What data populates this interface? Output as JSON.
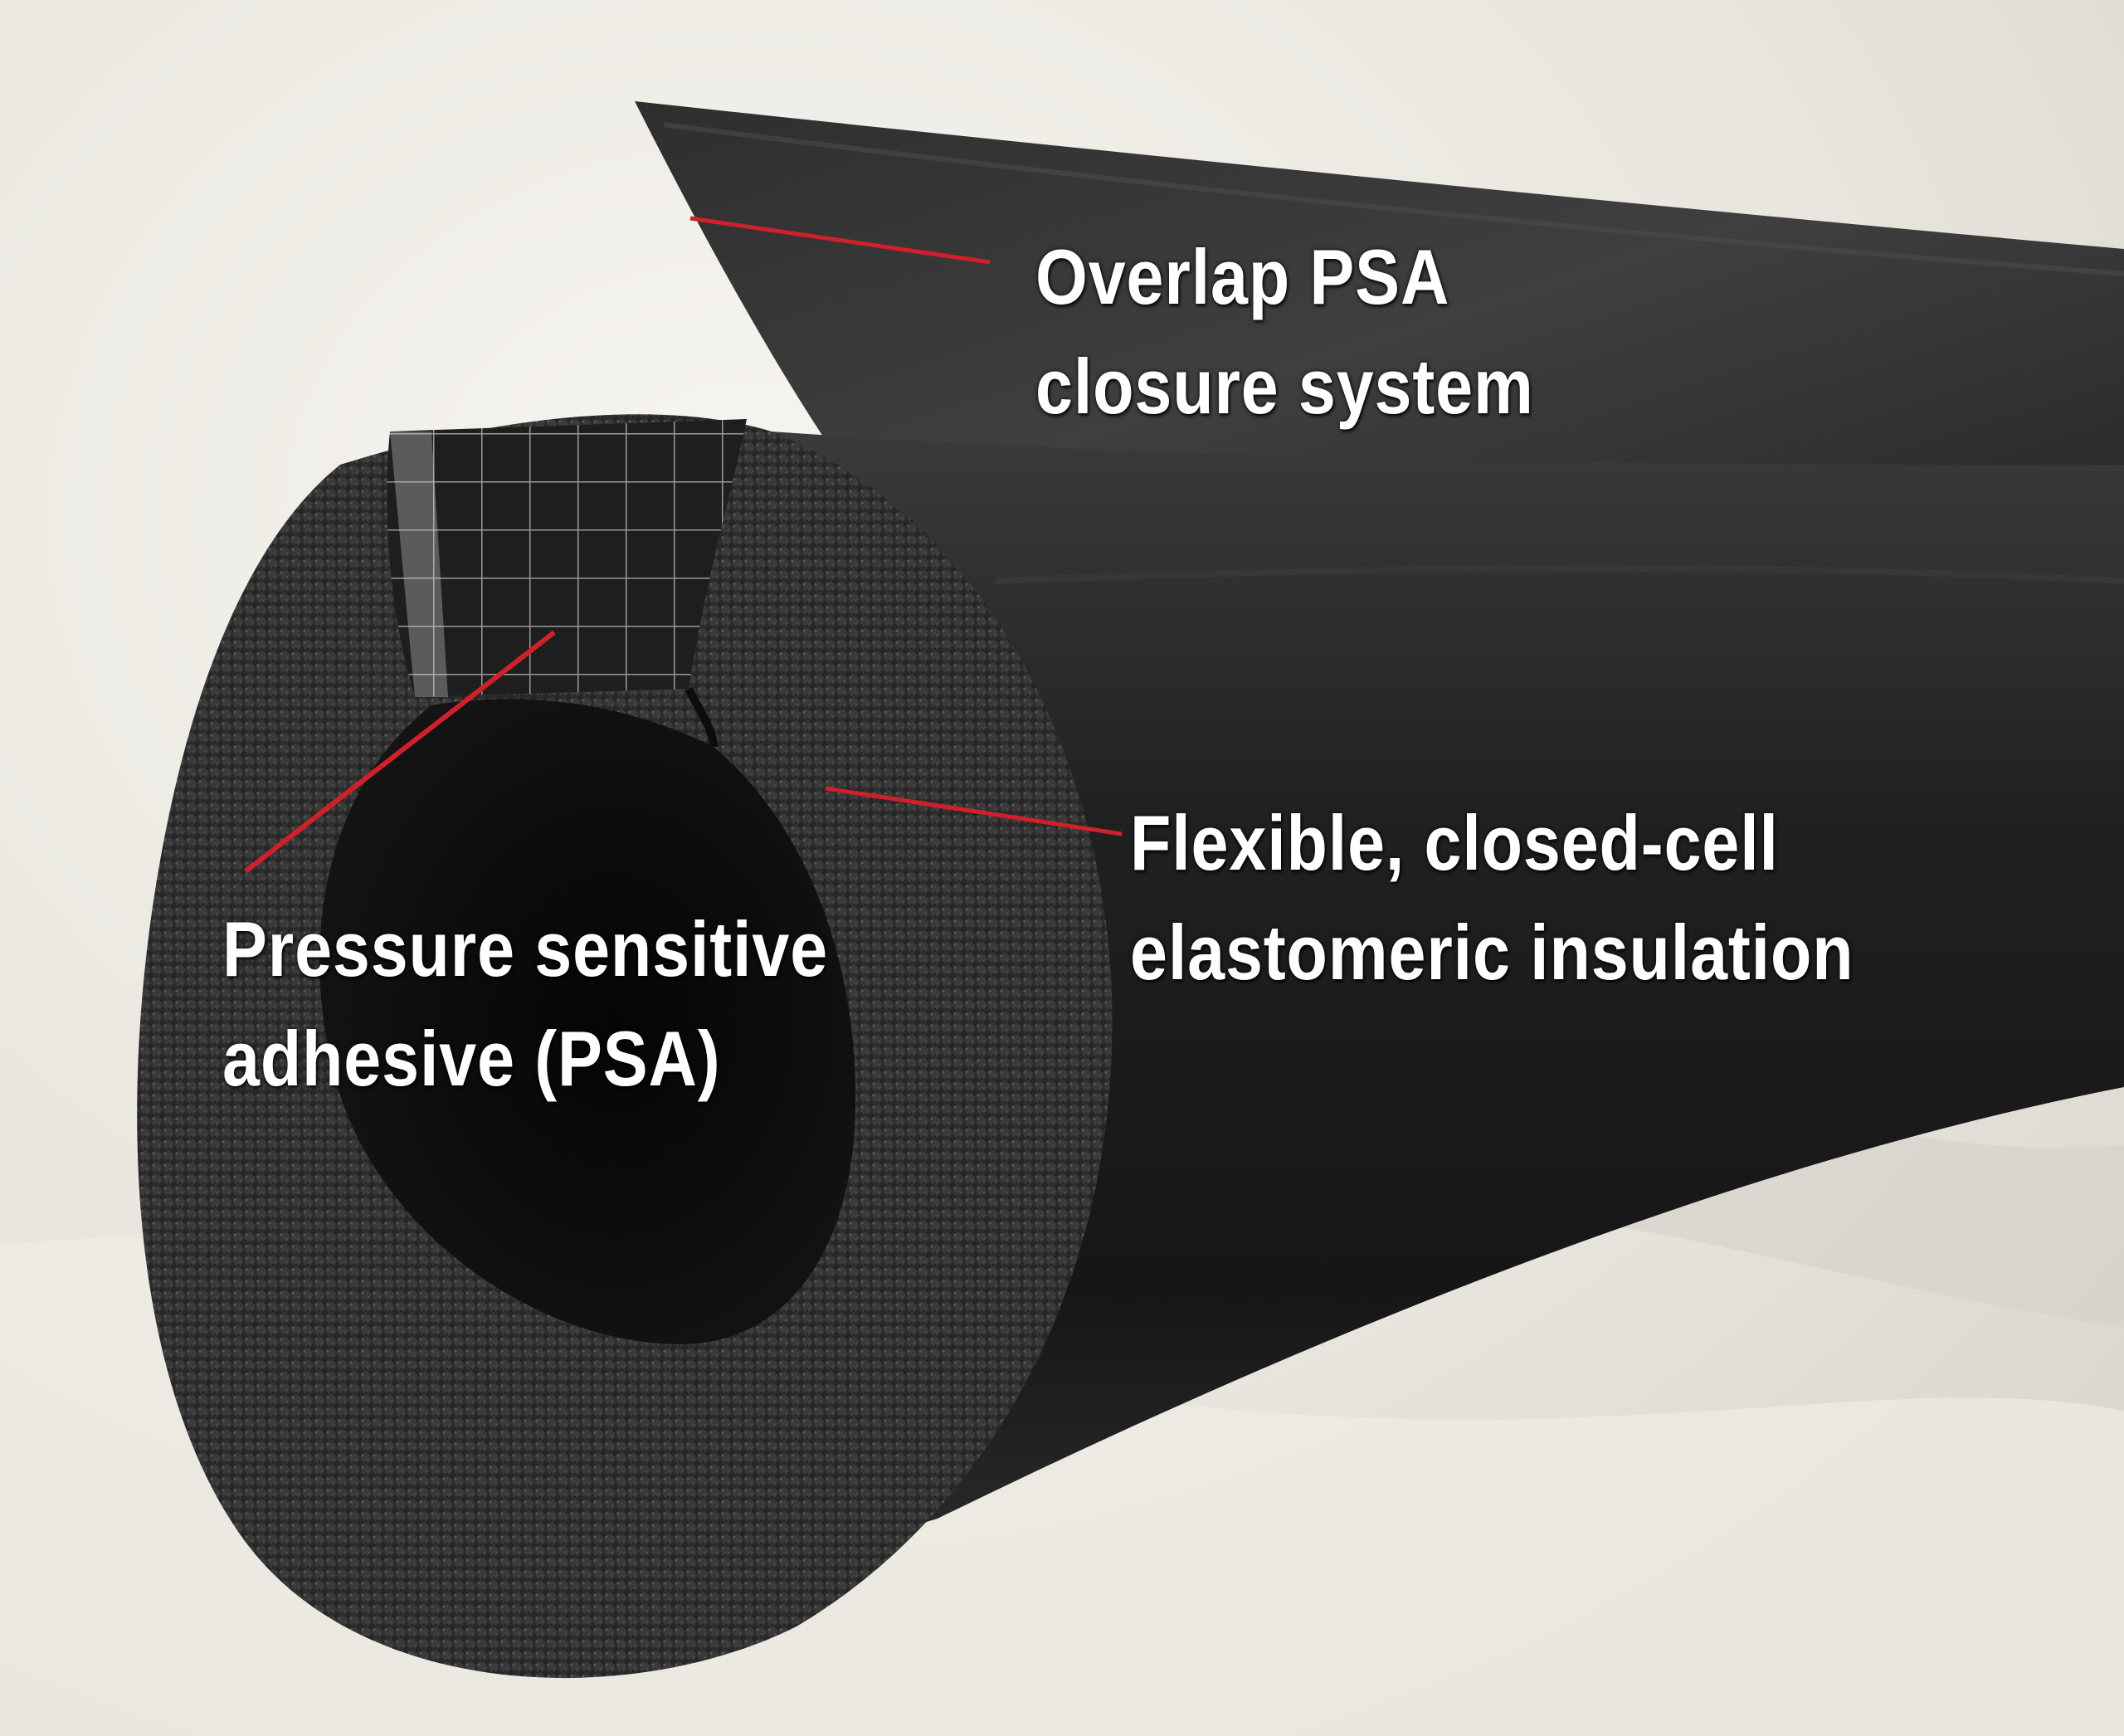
{
  "colors": {
    "background": "#e9e6df",
    "pipe_jacket": "#1c1c1c",
    "foam": "#2b2b2b",
    "leader_line": "#d0202a",
    "label_text": "#ffffff"
  },
  "callouts": {
    "overlap": {
      "line1": "Overlap PSA",
      "line2": "closure system"
    },
    "psa": {
      "line1": "Pressure sensitive",
      "line2": "adhesive (PSA)"
    },
    "insulation": {
      "line1": "Flexible, closed-cell",
      "line2": "elastomeric insulation"
    }
  }
}
